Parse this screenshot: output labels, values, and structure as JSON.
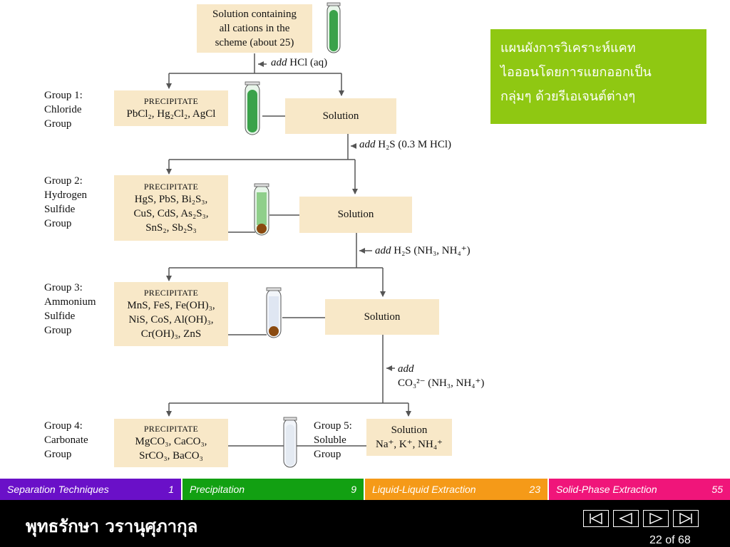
{
  "diagram": {
    "top_box": {
      "line1": "Solution containing",
      "line2": "all cations in the",
      "line3": "scheme (about 25)"
    },
    "reagents": {
      "r1_add": "add",
      "r1_rest": "HCl (aq)",
      "r2_add": "add",
      "r2_rest": "H₂S (0.3 M HCl)",
      "r3_add": "add",
      "r3_rest": "H₂S (NH₃, NH₄⁺)",
      "r4_add": "add",
      "r4_rest": "CO₃²⁻ (NH₃, NH₄⁺)"
    },
    "precipitate_title": "PRECIPITATE",
    "solution_label": "Solution",
    "groups": [
      {
        "label_lines": [
          "Group 1:",
          "Chloride",
          "Group"
        ],
        "precipitate_lines": [
          "PbCl₂, Hg₂Cl₂, AgCl"
        ]
      },
      {
        "label_lines": [
          "Group 2:",
          "Hydrogen",
          "Sulfide",
          "Group"
        ],
        "precipitate_lines": [
          "HgS, PbS, Bi₂S₃,",
          "CuS, CdS, As₂S₃,",
          "SnS₂, Sb₂S₃"
        ]
      },
      {
        "label_lines": [
          "Group 3:",
          "Ammonium",
          "Sulfide",
          "Group"
        ],
        "precipitate_lines": [
          "MnS, FeS, Fe(OH)₃,",
          "NiS, CoS, Al(OH)₃,",
          "Cr(OH)₃, ZnS"
        ]
      },
      {
        "label_lines": [
          "Group 4:",
          "Carbonate",
          "Group"
        ],
        "precipitate_lines": [
          "MgCO₃, CaCO₃,",
          "SrCO₃, BaCO₃"
        ]
      }
    ],
    "group5": {
      "label_lines": [
        "Group 5:",
        "Soluble",
        "Group"
      ],
      "solution_ions": "Na⁺, K⁺, NH₄⁺"
    }
  },
  "note": {
    "lines": [
      "แผนผังการวิเคราะห์แคท",
      "ไอออนโดยการแยกออกเป็น",
      "กลุ่มๆ ด้วยรีเอเจนต์ต่างๆ"
    ]
  },
  "nav": {
    "items": [
      {
        "label": "Separation Techniques",
        "page": "1",
        "color": "#6a10c8"
      },
      {
        "label": "Precipitation",
        "page": "9",
        "color": "#12a012"
      },
      {
        "label": "Liquid-Liquid Extraction",
        "page": "23",
        "color": "#f59a18"
      },
      {
        "label": "Solid-Phase Extraction",
        "page": "55",
        "color": "#f0157a"
      }
    ]
  },
  "footer": {
    "author": "พุทธรักษา  วรานุศุภากุล",
    "page_indicator": "22 of 68"
  },
  "colors": {
    "box_fill": "#f8e8c8",
    "note_fill": "#8fc812",
    "tube_green": "#3aa24a",
    "tube_brown": "#8a4a10"
  },
  "icons": [
    "first-page-icon",
    "prev-page-icon",
    "next-page-icon",
    "last-page-icon"
  ]
}
